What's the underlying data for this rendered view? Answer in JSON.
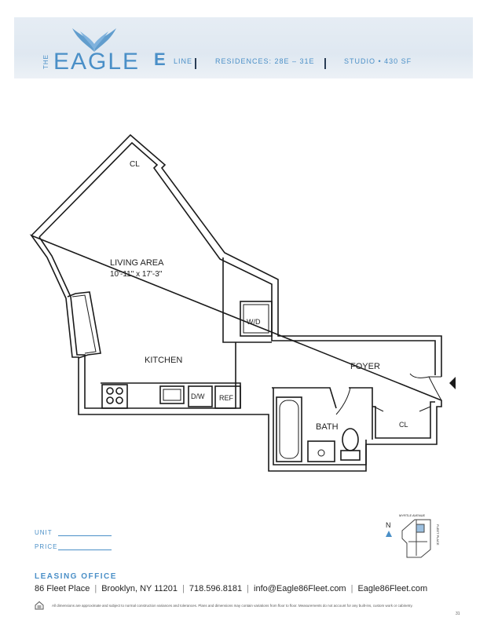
{
  "header": {
    "logo_the": "THE",
    "logo_eagle": "EAGLE",
    "line_letter": "E",
    "line_word": "LINE",
    "residences": "RESIDENCES: 28E – 31E",
    "unit_type": "STUDIO • 430 SF"
  },
  "plan": {
    "rooms": {
      "closet_top": "CL",
      "living_area": "LIVING AREA",
      "living_dims": "10'-11\" x 17'-3\"",
      "washer_dryer": "W/D",
      "kitchen": "KITCHEN",
      "foyer": "FOYER",
      "dishwasher": "D/W",
      "refrigerator": "REF",
      "bath": "BATH",
      "closet_foyer": "CL"
    }
  },
  "key_plan": {
    "north": "N",
    "street_top": "MYRTLE AVENUE",
    "street_side": "FLEET PLACE"
  },
  "footer": {
    "unit_label": "UNIT",
    "price_label": "PRICE",
    "leasing_title": "LEASING OFFICE",
    "address": "86 Fleet Place",
    "city": "Brooklyn, NY 11201",
    "phone": "718.596.8181",
    "email": "info@Eagle86Fleet.com",
    "website": "Eagle86Fleet.com",
    "disclaimer": "All dimensions are approximate and subject to normal construction variances and tolerances. Plans and dimensions may contain variations from floor to floor. Measurements do not account for any built-ins, custom work or cabinetry.",
    "page": "31"
  },
  "colors": {
    "accent": "#4a8fc7",
    "walls": "#1a1a1a",
    "header_bg": "#dfe8f1"
  }
}
